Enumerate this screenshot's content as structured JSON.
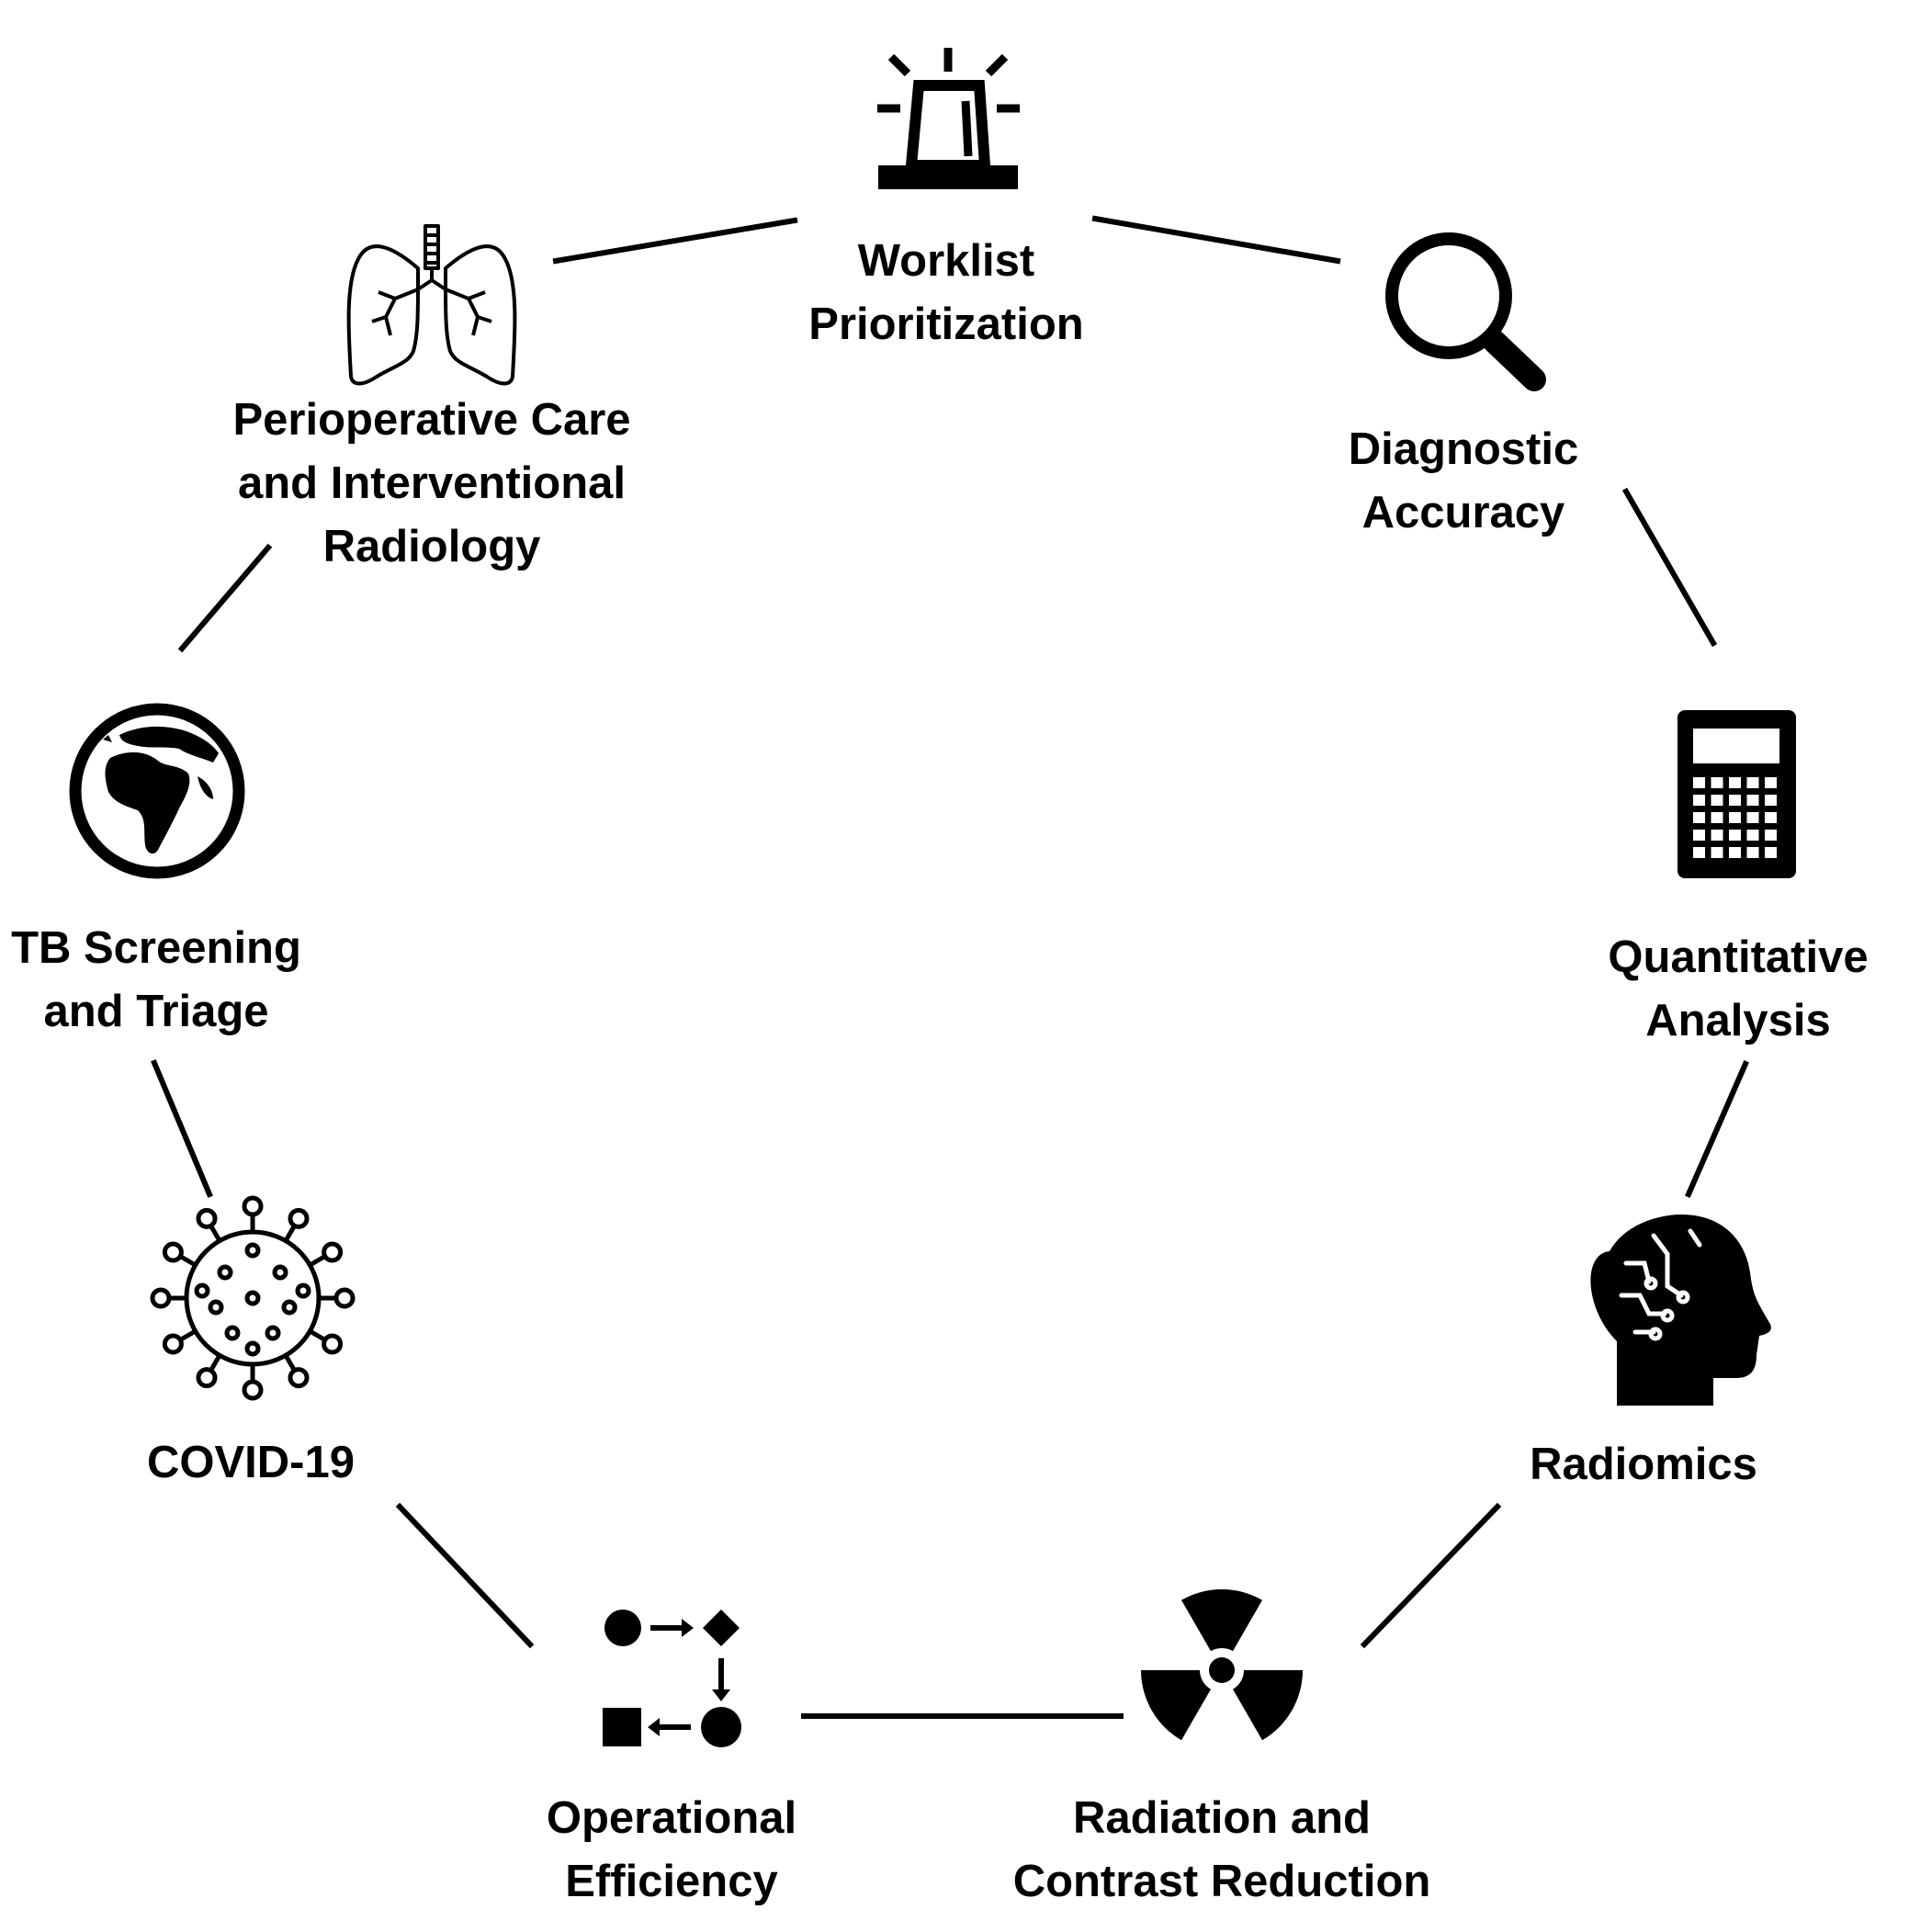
{
  "nodes": [
    {
      "id": "worklist",
      "icon": "siren-icon",
      "label_lines": [
        "Worklist",
        "Prioritization"
      ]
    },
    {
      "id": "diagnostic",
      "icon": "magnifier-icon",
      "label_lines": [
        "Diagnostic",
        "Accuracy"
      ]
    },
    {
      "id": "quantitative",
      "icon": "calculator-icon",
      "label_lines": [
        "Quantitative",
        "Analysis"
      ]
    },
    {
      "id": "radiomics",
      "icon": "ai-head-icon",
      "label_lines": [
        "Radiomics"
      ]
    },
    {
      "id": "radiation",
      "icon": "radiation-icon",
      "label_lines": [
        "Radiation and",
        "Contrast Reduction"
      ]
    },
    {
      "id": "operational",
      "icon": "workflow-icon",
      "label_lines": [
        "Operational",
        "Efficiency"
      ]
    },
    {
      "id": "covid",
      "icon": "virus-icon",
      "label_lines": [
        "COVID-19"
      ]
    },
    {
      "id": "tb",
      "icon": "globe-icon",
      "label_lines": [
        "TB Screening",
        "and Triage"
      ]
    },
    {
      "id": "periop",
      "icon": "lungs-icon",
      "label_lines": [
        "Perioperative Care",
        "and Interventional",
        "Radiology"
      ]
    }
  ],
  "colors": {
    "line": "#000000",
    "text": "#000000",
    "background": "#ffffff"
  }
}
